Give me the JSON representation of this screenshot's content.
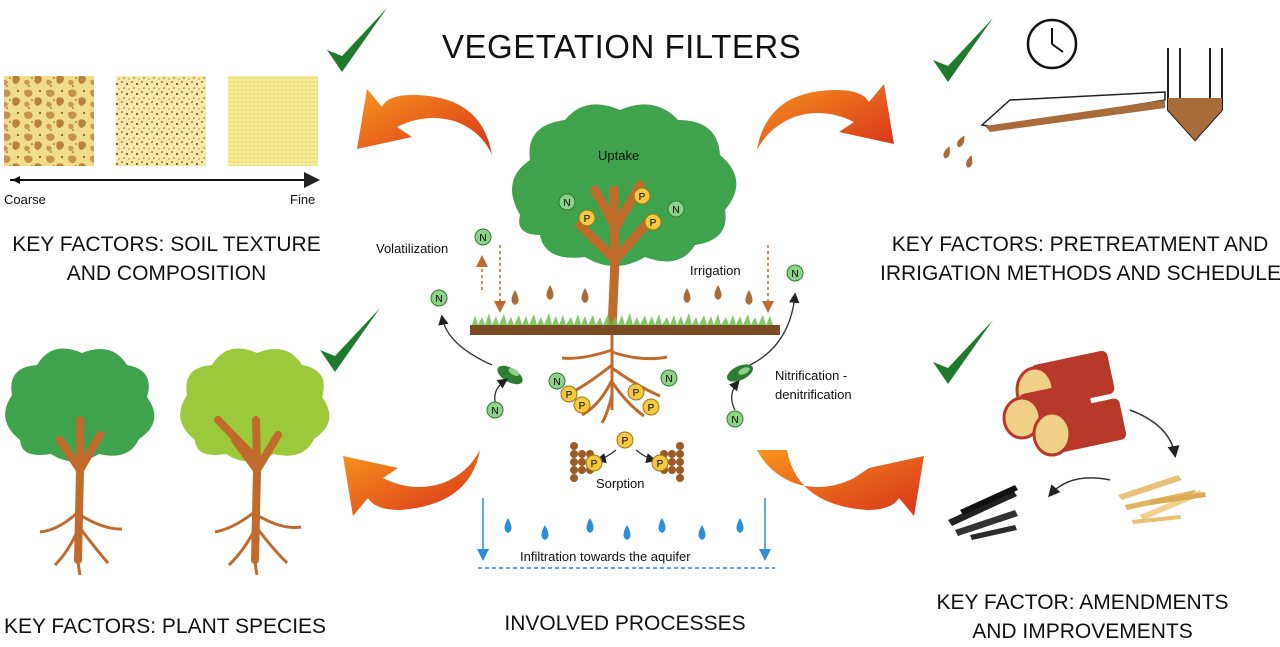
{
  "title": "VEGETATION FILTERS",
  "soil": {
    "coarse_label": "Coarse",
    "fine_label": "Fine",
    "key_factor_line1": "KEY FACTORS: SOIL TEXTURE",
    "key_factor_line2": "AND COMPOSITION"
  },
  "plants": {
    "key_factor": "KEY FACTORS: PLANT SPECIES"
  },
  "irrigation": {
    "key_factor_line1": "KEY FACTORS: PRETREATMENT AND",
    "key_factor_line2": "IRRIGATION METHODS AND SCHEDULE"
  },
  "amendments": {
    "key_factor_line1": "KEY FACTOR: AMENDMENTS",
    "key_factor_line2": "AND IMPROVEMENTS"
  },
  "processes": {
    "label": "INVOLVED PROCESSES",
    "uptake": "Uptake",
    "volatilization": "Volatilization",
    "irrigation": "Irrigation",
    "nitrification_line1": "Nitrification -",
    "nitrification_line2": "denitrification",
    "sorption": "Sorption",
    "infiltration": "Infiltration towards the aquifer",
    "nitrogen_symbol": "N",
    "phosphorus_symbol": "P"
  },
  "colors": {
    "dark_green": "#1f7a2e",
    "tree_green": "#3fa34d",
    "light_green": "#9cc93b",
    "trunk": "#c06a2c",
    "arrow_orange": "#f0701e",
    "arrow_red": "#d8321a",
    "n_bubble": "#8fd18b",
    "p_bubble": "#f5c842",
    "water": "#2a8fd6",
    "sludge": "#a86b3a"
  }
}
